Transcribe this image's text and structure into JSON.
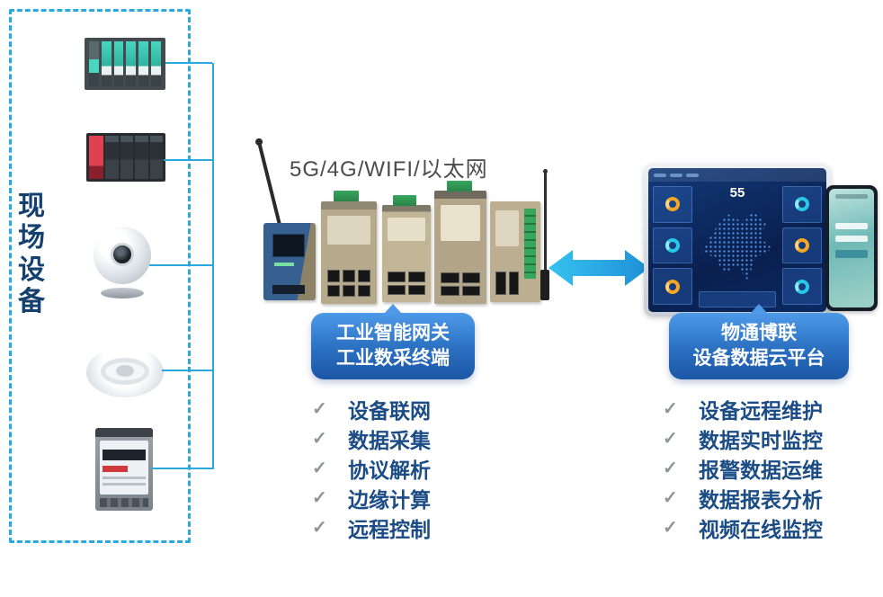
{
  "left_panel": {
    "title": "现场设备",
    "device_icons": [
      "plc-rack-a",
      "plc-rack-b",
      "ip-camera",
      "smoke-detector",
      "energy-meter"
    ]
  },
  "gateway": {
    "connectivity_label": "5G/4G/WIFI/以太网",
    "badge_line1": "工业智能网关",
    "badge_line2": "工业数采终端",
    "features": [
      "设备联网",
      "数据采集",
      "协议解析",
      "边缘计算",
      "远程控制"
    ]
  },
  "cloud": {
    "badge_line1": "物通博联",
    "badge_line2": "设备数据云平台",
    "features": [
      "设备远程维护",
      "数据实时监控",
      "报警数据运维",
      "数据报表分析",
      "视频在线监控"
    ],
    "dashboard_stat": "55"
  },
  "check_glyph": "✓",
  "colors": {
    "accent_blue": "#2aa9e0",
    "badge_gradient_top": "#4e9ae8",
    "badge_gradient_bottom": "#1c57a6",
    "feature_text": "#1b4c85",
    "panel_title_text": "#14406f",
    "screen_dark_blue": "#0a1f4e"
  }
}
